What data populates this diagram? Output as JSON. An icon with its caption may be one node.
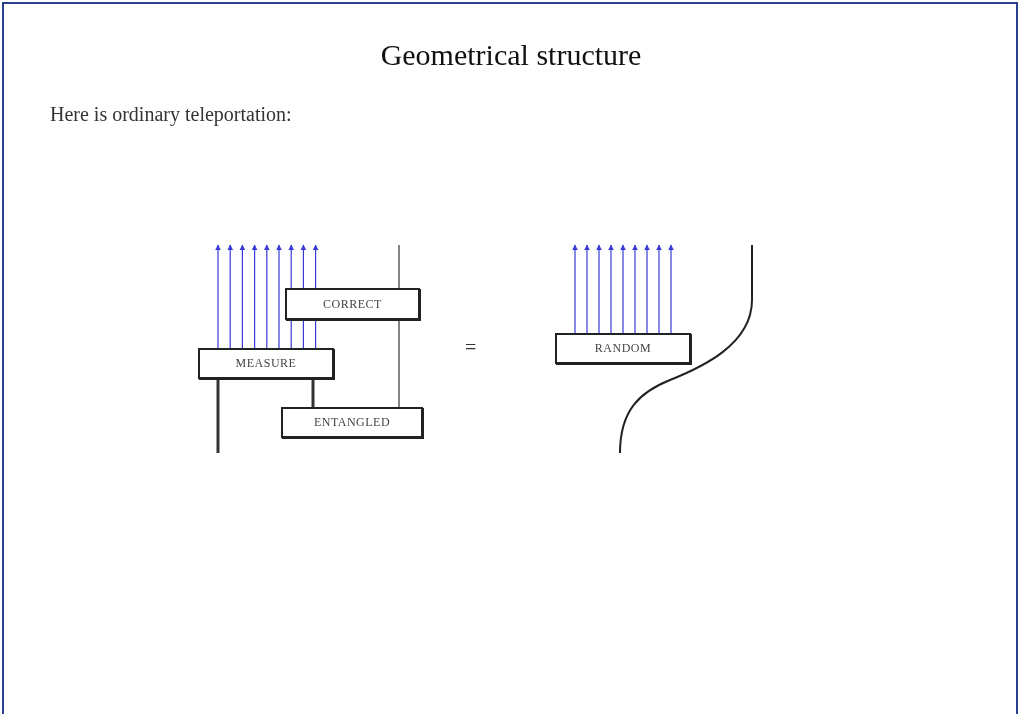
{
  "diagram": {
    "title": "Geometrical structure",
    "nodes": [
      {
        "text": [
          "CORRECT"
        ]
      },
      {
        "text": [
          "MEASURE"
        ]
      },
      {
        "text": [
          "ENTANGLED"
        ]
      },
      {
        "text": [
          "RANDOM"
        ]
      }
    ],
    "edges": [
      {
        "from": 1,
        "to": null,
        "arrow": "to"
      },
      {
        "from": 1,
        "to": null,
        "arrow": "to"
      },
      {
        "from": 1,
        "to": null,
        "arrow": "to"
      },
      {
        "from": 1,
        "to": null,
        "arrow": "to"
      },
      {
        "from": 1,
        "to": null,
        "arrow": "to"
      },
      {
        "from": 1,
        "to": null,
        "arrow": "to"
      },
      {
        "from": 1,
        "to": null,
        "arrow": "to"
      },
      {
        "from": 1,
        "to": null,
        "arrow": "to"
      },
      {
        "from": 1,
        "to": null,
        "arrow": "to"
      },
      {
        "from": null,
        "to": 0,
        "arrow": "none",
        "color": "#333333"
      },
      {
        "from": 0,
        "to": 2,
        "arrow": "none",
        "color": "#333333"
      },
      {
        "from": 1,
        "to": null,
        "arrow": "none",
        "style": "thick",
        "color": "#333333"
      },
      {
        "from": 1,
        "to": 2,
        "arrow": "none",
        "style": "thick",
        "color": "#333333"
      },
      {
        "from": 3,
        "to": null,
        "arrow": "to"
      },
      {
        "from": 3,
        "to": null,
        "arrow": "to"
      },
      {
        "from": 3,
        "to": null,
        "arrow": "to"
      },
      {
        "from": 3,
        "to": null,
        "arrow": "to"
      },
      {
        "from": 3,
        "to": null,
        "arrow": "to"
      },
      {
        "from": 3,
        "to": null,
        "arrow": "to"
      },
      {
        "from": 3,
        "to": null,
        "arrow": "to"
      },
      {
        "from": 3,
        "to": null,
        "arrow": "to"
      },
      {
        "from": 3,
        "to": null,
        "arrow": "to"
      }
    ],
    "labels": [
      "Here is ordinary teleportation:",
      "="
    ]
  }
}
